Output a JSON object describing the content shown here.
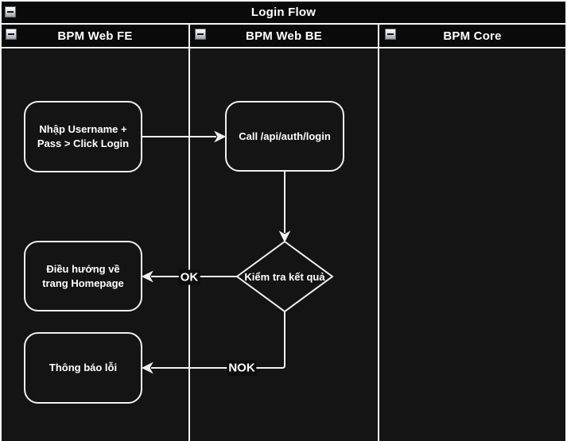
{
  "diagram": {
    "title": "Login Flow",
    "lanes": [
      {
        "label": "BPM Web FE"
      },
      {
        "label": "BPM Web BE"
      },
      {
        "label": "BPM Core"
      }
    ],
    "nodes": {
      "input_login": {
        "label": "Nhập Username + Pass > Click Login"
      },
      "call_api": {
        "label": "Call /api/auth/login"
      },
      "check_result": {
        "label": "Kiểm tra kết quả"
      },
      "redirect_home": {
        "label": "Điều hướng về trang Homepage"
      },
      "error_message": {
        "label": "Thông báo lỗi"
      }
    },
    "edge_labels": {
      "ok": "OK",
      "nok": "NOK"
    },
    "icons": {
      "collapse": "collapse-minus-icon"
    },
    "colors": {
      "canvas": "#141414",
      "header_bg": "#0a0a0a",
      "line": "#f0f0f0",
      "text": "#ffffff"
    }
  }
}
